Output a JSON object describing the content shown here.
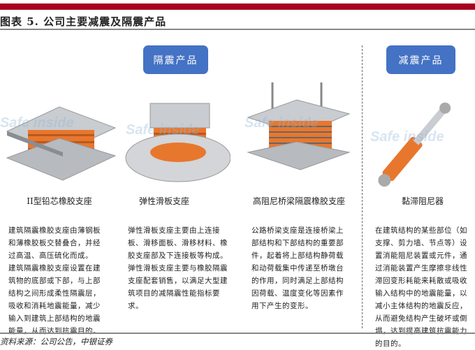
{
  "header": {
    "title": "图表 5. 公司主要减震及隔震产品"
  },
  "groups": {
    "isolation": "隔震产品",
    "damping": "减震产品"
  },
  "products": [
    {
      "name": "II型铅芯橡胶支座",
      "desc": [
        "建筑隔震橡胶支座由薄钢板和薄橡胶板交替叠合，并经过高温、高压硫化而成。",
        "建筑隔震橡胶支座设置在建筑物的底部或下部，与上部结构之间形成柔性隔震层，吸收和消耗地震能量，减少输入到建筑上部结构的地震能量，从而达到抗震目的。"
      ]
    },
    {
      "name": "弹性滑板支座",
      "desc": [
        "弹性滑板支座主要由上连接板、滑移面板、滑移材料、橡胶支座部及下连接板等构成。",
        "弹性滑板支座主要与橡胶隔震支座配套销售，以满足大型建筑项目的减隔震性能指标要求。"
      ]
    },
    {
      "name": "高阻尼桥梁隔震橡胶支座",
      "desc": [
        "公路桥梁支座是连接桥梁上部结构和下部结构的重要部件，起着将上部结构静荷载和动荷载集中传递至桥墩台的作用，同时满足上部结构因荷载、温度变化等因素作用下产生的变形。"
      ]
    },
    {
      "name": "黏滞阻尼器",
      "desc": [
        "在建筑结构的某些部位（如支撑、剪力墙、节点等）设置消能阻尼装置或元件，通过消能装置产生摩擦非线性滞回变形耗能来耗散或吸收输入结构中的地震能量，以减小主体结构的地震反应，从而避免结构产生破坏或倒塌，达到提高建筑抗震能力的目的。"
      ]
    }
  ],
  "watermark": "Safe inside",
  "footer": {
    "source": "资料来源：公司公告，中银证券"
  },
  "colors": {
    "brand_red": "#a8001e",
    "pill_blue": "#4472c4",
    "rubber_orange": "#e8772e"
  }
}
